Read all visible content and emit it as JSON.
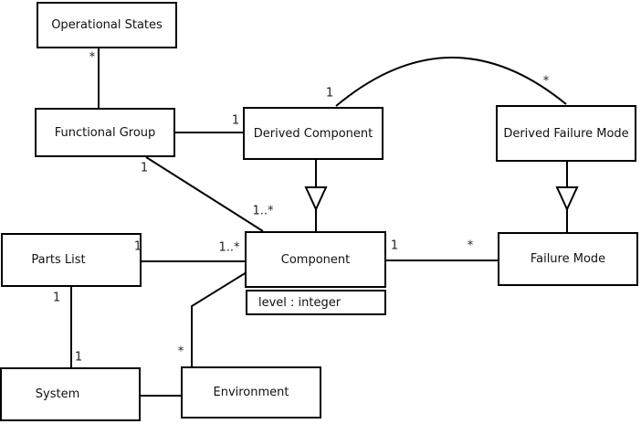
{
  "diagram": {
    "background_color": "#ffffff",
    "line_color": "#000000",
    "classes": {
      "operational_states": {
        "name": "Operational States"
      },
      "functional_group": {
        "name": "Functional Group"
      },
      "derived_component": {
        "name": "Derived Component"
      },
      "derived_failure_mode": {
        "name": "Derived Failure Mode"
      },
      "parts_list": {
        "name": "Parts List"
      },
      "component": {
        "name": "Component",
        "attributes": [
          "level : integer"
        ]
      },
      "failure_mode": {
        "name": "Failure Mode"
      },
      "system": {
        "name": "System"
      },
      "environment": {
        "name": "Environment"
      }
    },
    "multiplicities": {
      "operational_states_star": "*",
      "functional_group_derived_component_one": "1",
      "functional_group_component_one": "1",
      "functional_group_component_many": "1..*",
      "derived_component_arc_one": "1",
      "derived_failure_mode_arc_star": "*",
      "parts_list_component_one": "1",
      "parts_list_component_many": "1..*",
      "component_failure_mode_one": "1",
      "component_failure_mode_star": "*",
      "parts_list_system_one_top": "1",
      "parts_list_system_one_bottom": "1",
      "component_environment_star": "*"
    }
  }
}
